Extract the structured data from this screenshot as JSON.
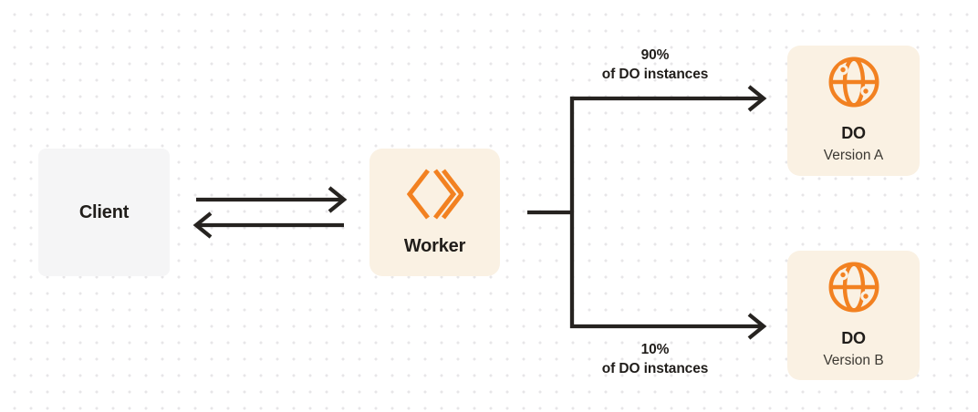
{
  "palette": {
    "background": "#ffffff",
    "dot_color": "#e7e6e8",
    "line_color": "#262320",
    "text_dark": "#201d1a",
    "text_secondary": "#3c3933",
    "orange": "#f28121",
    "client_box_bg": "#f5f5f6",
    "cream_box_bg": "#faf1e3"
  },
  "nodes": {
    "client": {
      "label": "Client"
    },
    "worker": {
      "label": "Worker",
      "icon": "cloudflare-workers-icon"
    },
    "do_version_a": {
      "title": "DO",
      "subtitle": "Version A",
      "icon": "globe-icon"
    },
    "do_version_b": {
      "title": "DO",
      "subtitle": "Version B",
      "icon": "globe-icon"
    }
  },
  "edge_labels": {
    "top": {
      "percent": "90%",
      "caption": "of DO instances"
    },
    "bottom": {
      "percent": "10%",
      "caption": "of DO instances"
    }
  }
}
